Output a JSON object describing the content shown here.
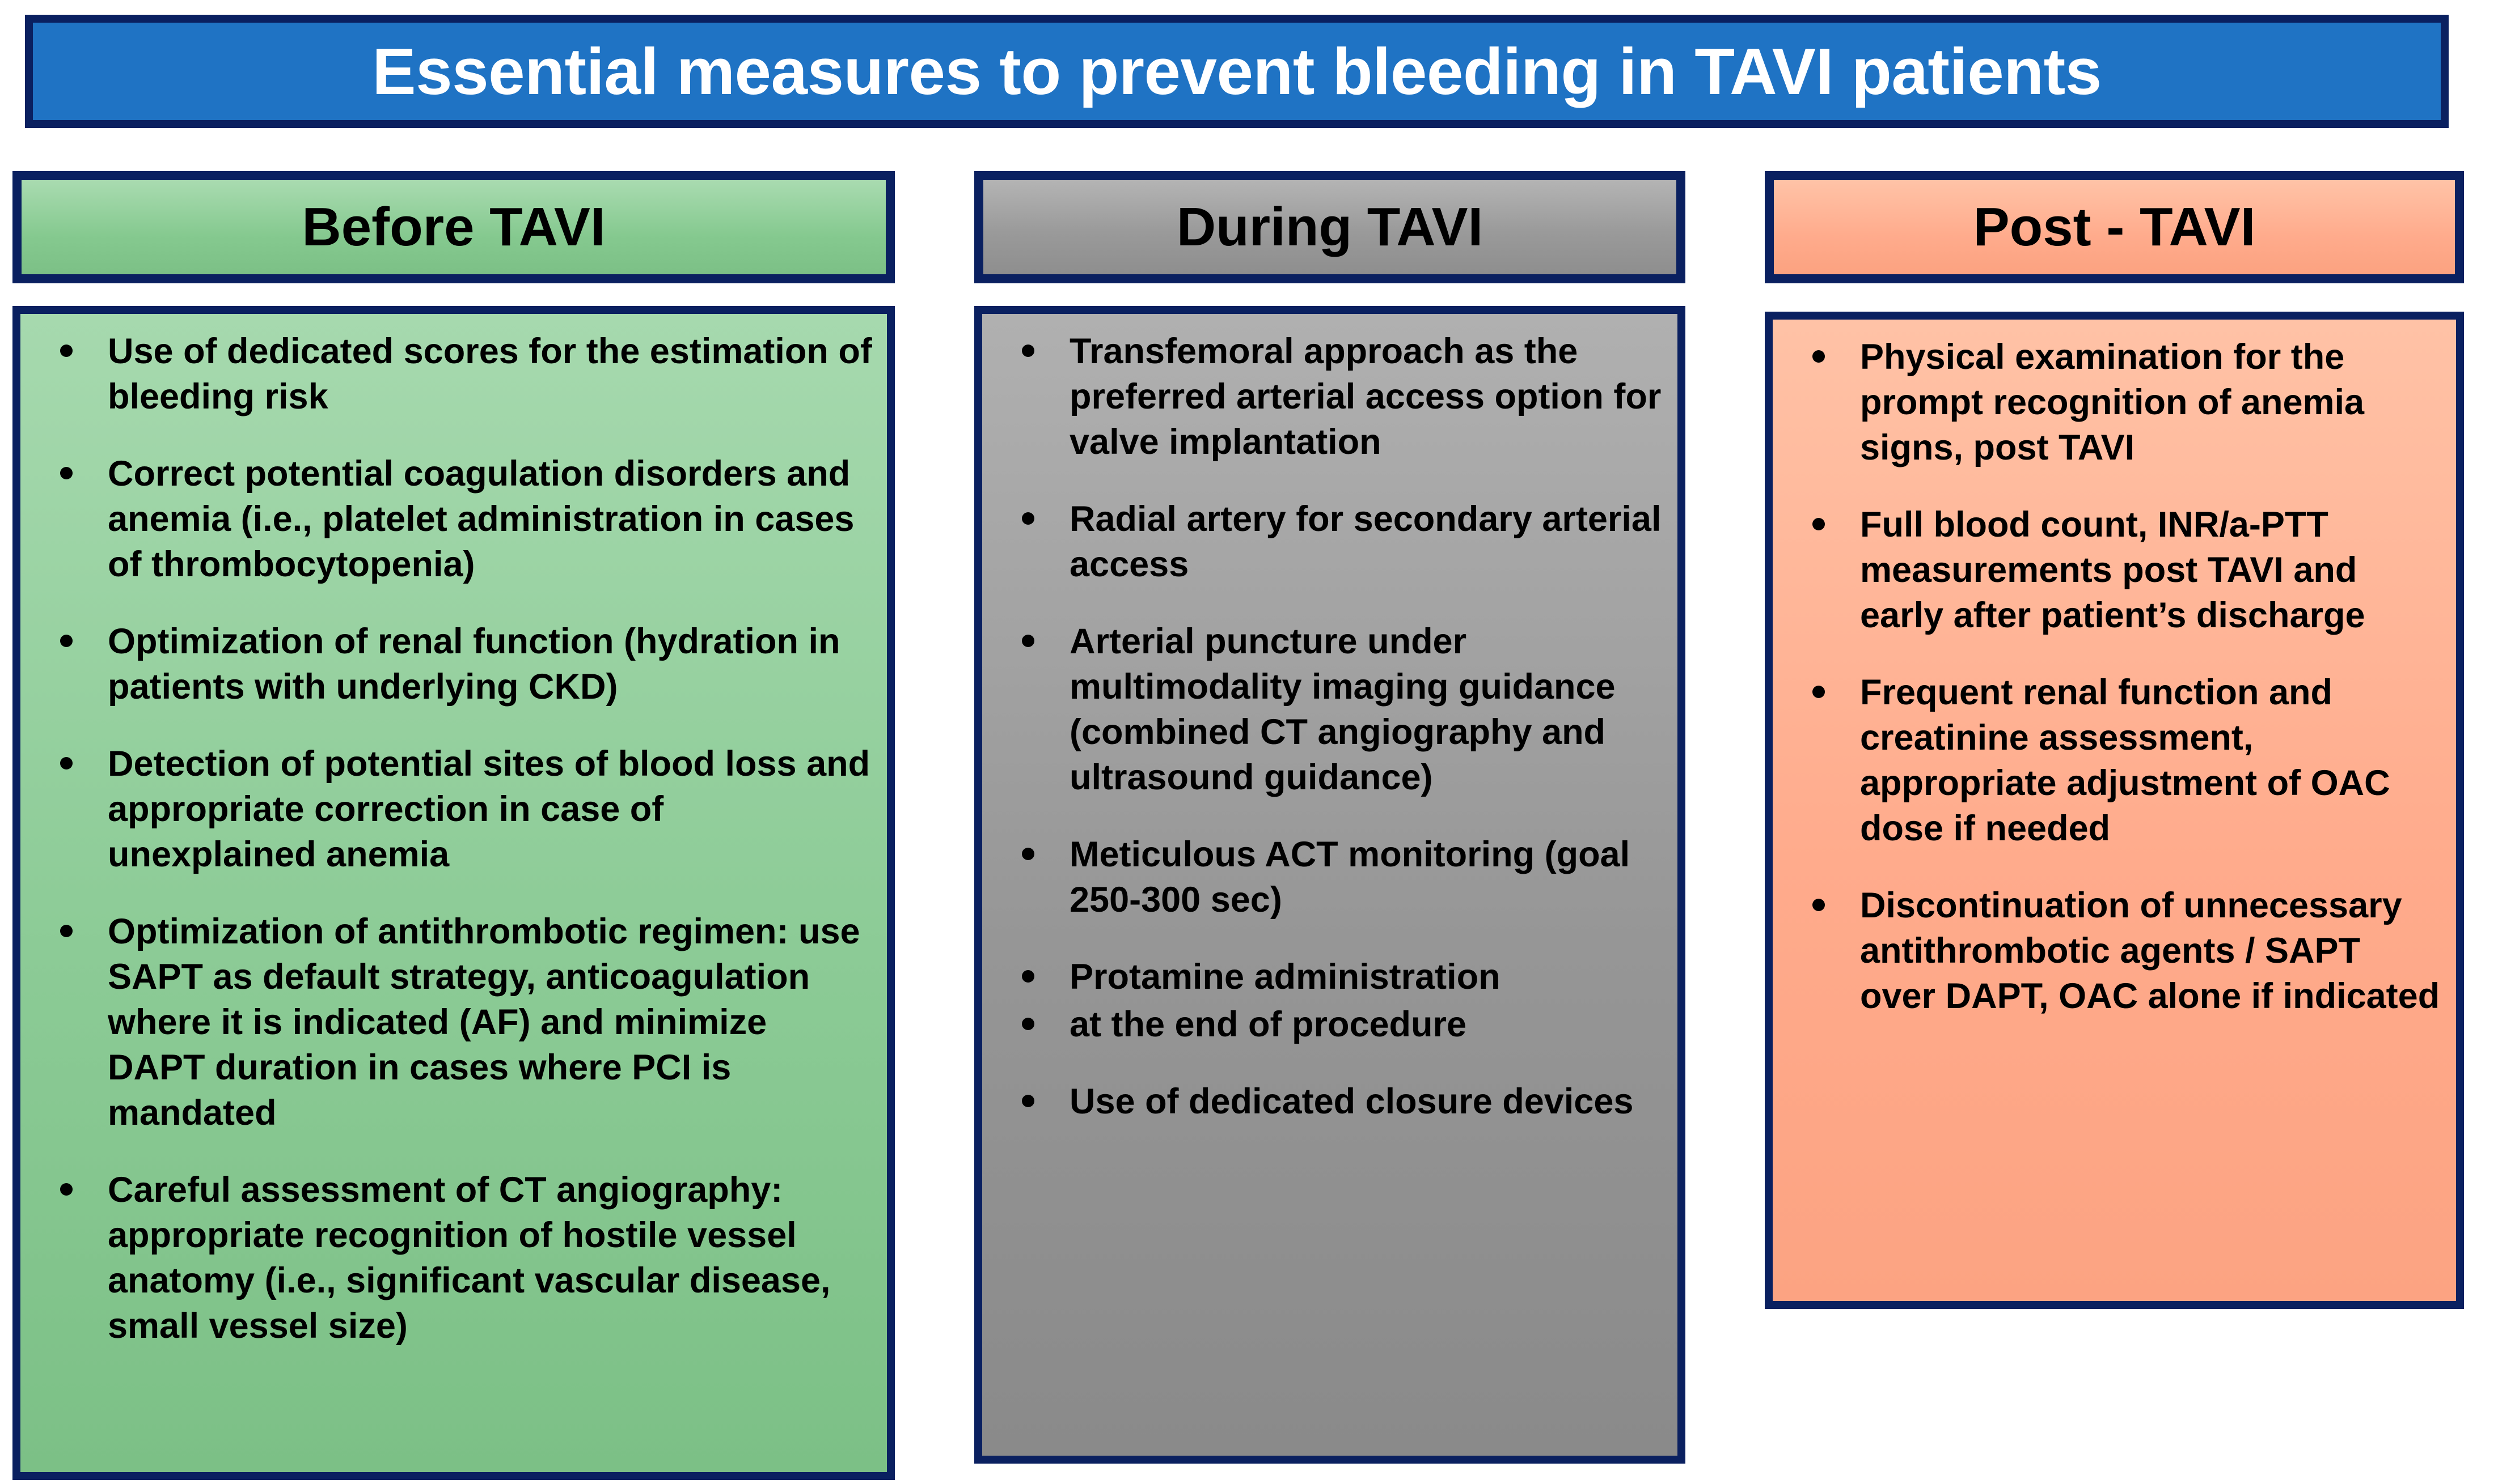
{
  "banner": {
    "title": "Essential measures to prevent bleeding in TAVI patients",
    "fill_color": "#1f73c4",
    "border_color": "#0a2060",
    "text_color": "#ffffff"
  },
  "columns": [
    {
      "id": "before",
      "header": "Before TAVI",
      "fill_color": "#8ccb96",
      "border_color": "#0a2060",
      "bullets": [
        "Use of dedicated scores for the estimation of bleeding risk",
        "Correct potential coagulation disorders and anemia (i.e., platelet administration in cases of thrombocytopenia)",
        "Optimization of renal function (hydration in patients with underlying CKD)",
        "Detection of potential sites of blood loss and appropriate correction in case of unexplained anemia",
        "Optimization of antithrombotic regimen: use SAPT as default strategy, anticoagulation where it is indicated (AF) and minimize DAPT duration in cases where PCI is mandated",
        "Careful assessment of CT angiography: appropriate recognition of hostile vessel anatomy (i.e., significant vascular disease, small vessel size)"
      ]
    },
    {
      "id": "during",
      "header": "During TAVI",
      "fill_color": "#969696",
      "border_color": "#0a2060",
      "bullets": [
        "Transfemoral approach as the preferred arterial access option for valve implantation",
        "Radial artery for secondary arterial access",
        "Arterial puncture under multimodality imaging guidance (combined CT angiography and ultrasound guidance)",
        "Meticulous ACT monitoring (goal 250-300 sec)",
        "Protamine administration",
        "at the end of procedure",
        "Use of dedicated closure devices"
      ]
    },
    {
      "id": "post",
      "header": "Post - TAVI",
      "fill_color": "#ffab8c",
      "border_color": "#0a2060",
      "bullets": [
        "Physical examination for the prompt recognition of anemia signs, post TAVI",
        "Full blood count, INR/a-PTT measurements post TAVI and early after patient’s discharge",
        "Frequent renal function and creatinine assessment, appropriate adjustment of OAC dose if needed",
        "Discontinuation of unnecessary antithrombotic agents / SAPT over DAPT, OAC alone if indicated"
      ]
    }
  ]
}
